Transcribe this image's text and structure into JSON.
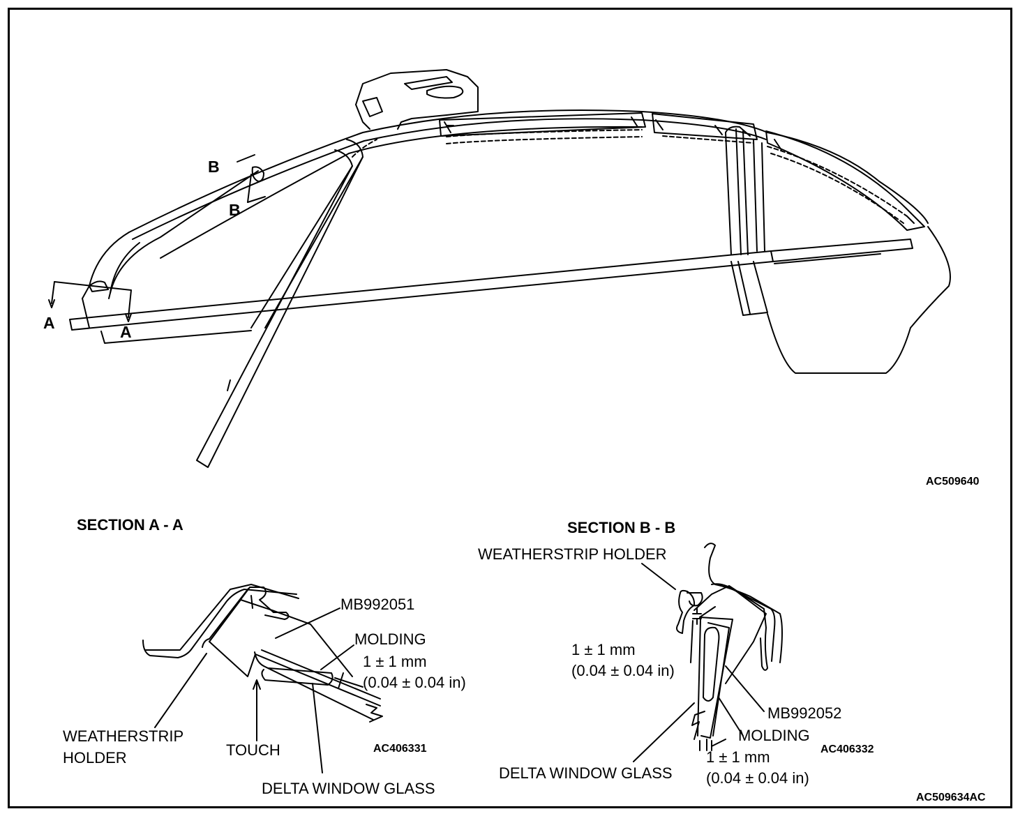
{
  "figure_codes": {
    "main": "AC509640",
    "section_a": "AC406331",
    "section_b": "AC406332",
    "overall": "AC509634AC"
  },
  "main_view": {
    "arrow_a": "A",
    "arrow_b": "B"
  },
  "section_a": {
    "title": "SECTION A - A",
    "tool": "MB992051",
    "molding": "MOLDING",
    "clearance_mm": "1 ± 1 mm",
    "clearance_in": "(0.04 ± 0.04 in)",
    "holder_line1": "WEATHERSTRIP",
    "holder_line2": "HOLDER",
    "touch": "TOUCH",
    "glass": "DELTA WINDOW GLASS"
  },
  "section_b": {
    "title": "SECTION B - B",
    "holder": "WEATHERSTRIP HOLDER",
    "clearance1_mm": "1 ± 1 mm",
    "clearance1_in": "(0.04 ± 0.04 in)",
    "tool": "MB992052",
    "molding": "MOLDING",
    "clearance2_mm": "1 ± 1 mm",
    "clearance2_in": "(0.04 ± 0.04 in)",
    "glass": "DELTA WINDOW GLASS"
  }
}
